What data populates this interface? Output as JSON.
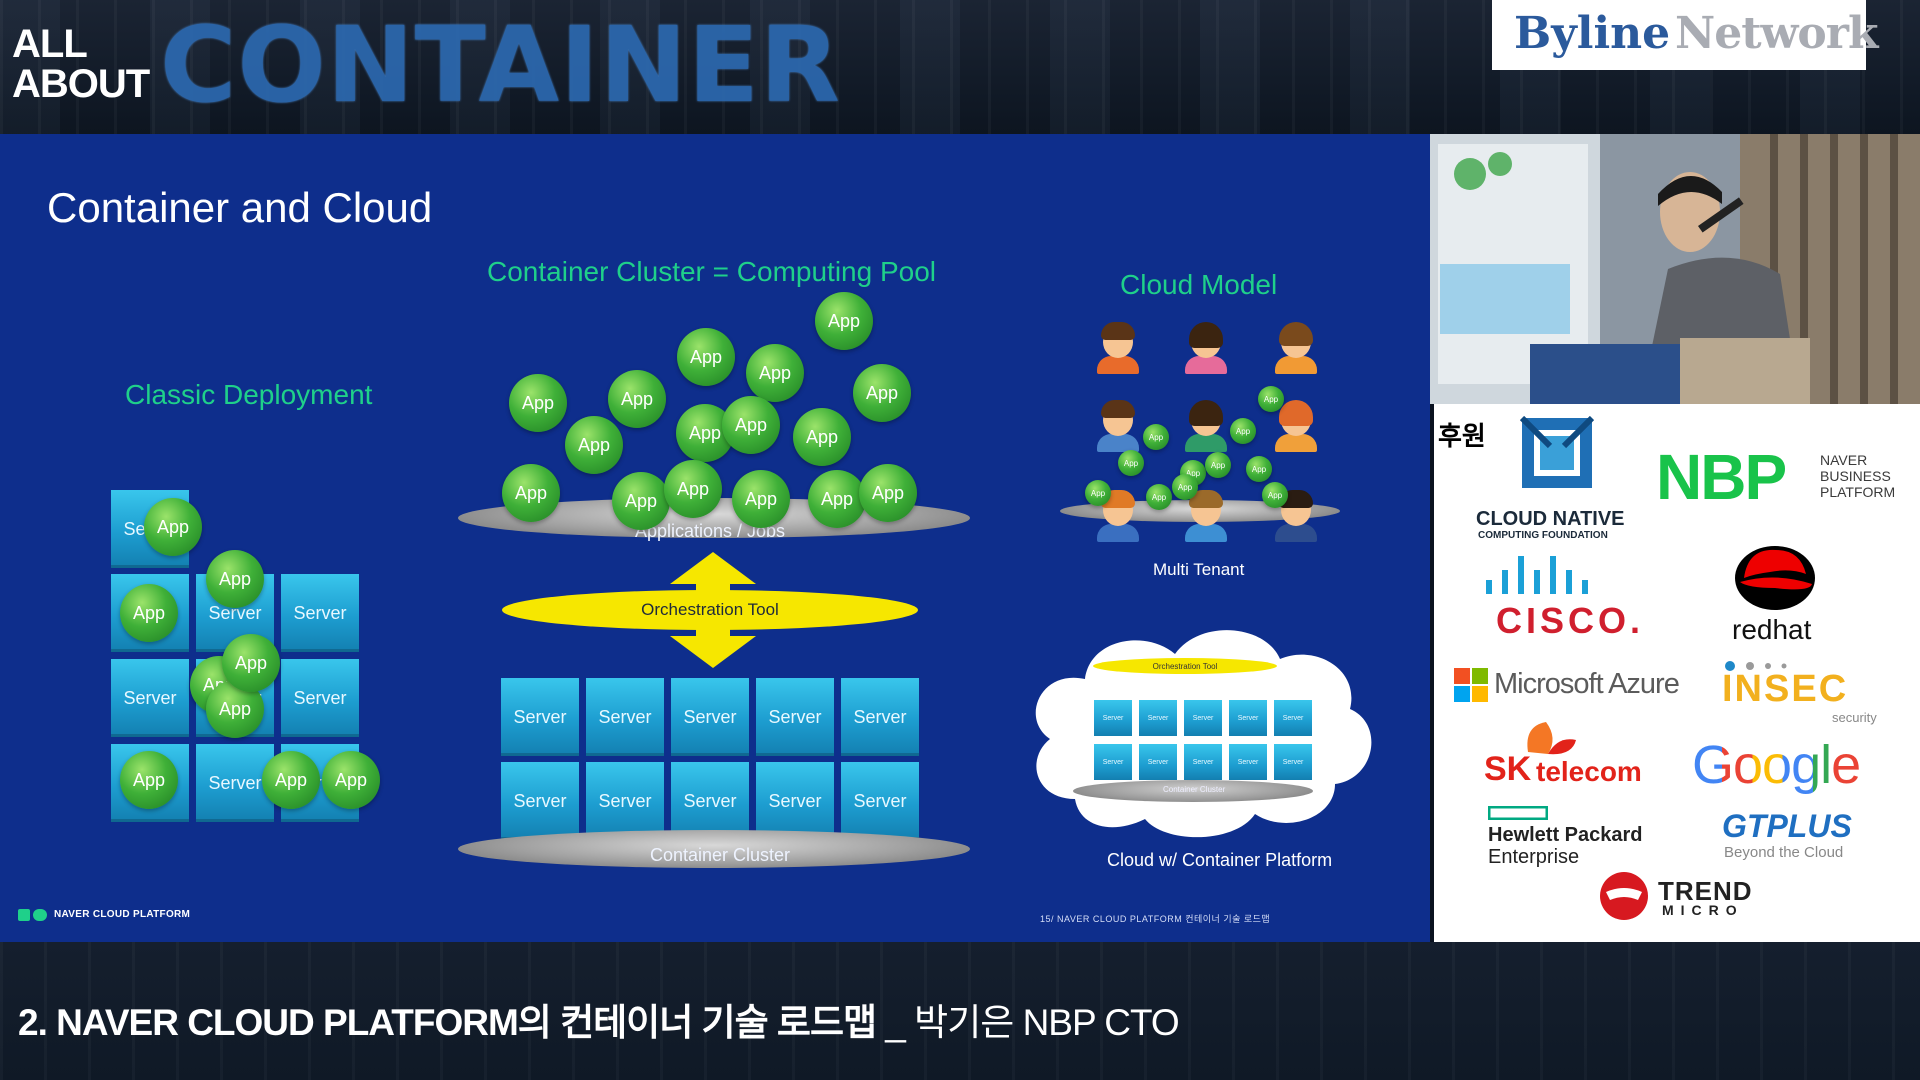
{
  "event": {
    "line1": "ALL",
    "line2": "ABOUT",
    "line3": "CONTAINER"
  },
  "byline": {
    "part1": "Byline",
    "part2": "Network"
  },
  "slide": {
    "title": "Container and Cloud",
    "classic_title": "Classic Deployment",
    "cluster_title": "Container Cluster  =  Computing Pool",
    "cloud_title": "Cloud Model",
    "apps_jobs_label": "Applications / Jobs",
    "orchestration_label": "Orchestration Tool",
    "container_cluster_label": "Container Cluster",
    "multi_tenant_label": "Multi Tenant",
    "cloud_platform_label": "Cloud w/ Container Platform",
    "mini_orchestration_label": "Orchestration Tool",
    "mini_cluster_label": "Container Cluster",
    "server_label": "Server",
    "app_label": "App",
    "footer_brand": "NAVER CLOUD PLATFORM",
    "page_info": "15/    NAVER CLOUD PLATFORM 컨테이너 기술 로드맵"
  },
  "sponsors": {
    "heading": "후원",
    "cncf_line1": "CLOUD NATIVE",
    "cncf_line2": "COMPUTING FOUNDATION",
    "nbp": "NBP",
    "nbp_sub1": "NAVER",
    "nbp_sub2": "BUSINESS",
    "nbp_sub3": "PLATFORM",
    "cisco": "CISCO.",
    "redhat": "redhat",
    "azure": "Microsoft Azure",
    "insec": "INSEC",
    "insec_sub": "security",
    "sk": "SK",
    "telecom": "telecom",
    "google": "Google",
    "hpe_line1": "Hewlett Packard",
    "hpe_line2": "Enterprise",
    "gtplus": "GTPLUS",
    "gtplus_sub": "Beyond the Cloud",
    "trend": "TREND",
    "micro": "MICRO"
  },
  "caption": {
    "bold": "2. NAVER CLOUD PLATFORM의 컨테이너 기술 로드맵",
    "rest": " _ 박기은 NBP CTO"
  },
  "colors": {
    "slide_bg": "#0e2e8c",
    "title_green": "#1fd08a",
    "server_blue": "#1d9dd0",
    "app_green": "#3fb038",
    "orchestration_yellow": "#f6e700"
  }
}
